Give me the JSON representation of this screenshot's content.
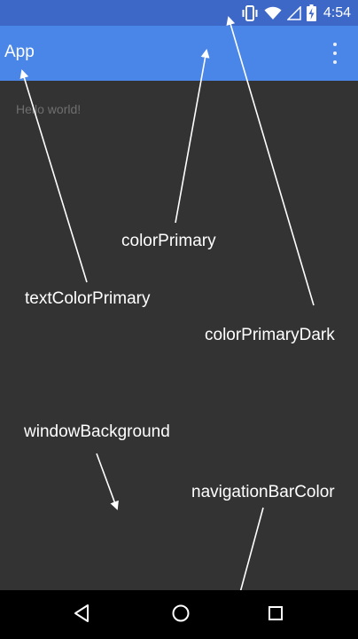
{
  "status_bar": {
    "time": "4:54",
    "icons": [
      "vibrate-icon",
      "wifi-icon",
      "cellular-signal-icon",
      "battery-charging-icon"
    ]
  },
  "app_bar": {
    "title": "App",
    "menu_icon": "overflow-menu-icon"
  },
  "content": {
    "hello_text": "Hello world!"
  },
  "annotations": {
    "color_primary": "colorPrimary",
    "text_color_primary": "textColorPrimary",
    "color_primary_dark": "colorPrimaryDark",
    "window_background": "windowBackground",
    "navigation_bar_color": "navigationBarColor"
  },
  "nav_bar": {
    "icons": [
      "back-icon",
      "home-icon",
      "recents-icon"
    ]
  },
  "colors": {
    "color_primary": "#4a86e8",
    "color_primary_dark": "#3e68c8",
    "window_background": "#333333",
    "navigation_bar_color": "#000000",
    "text_color_primary": "#ffffff"
  }
}
